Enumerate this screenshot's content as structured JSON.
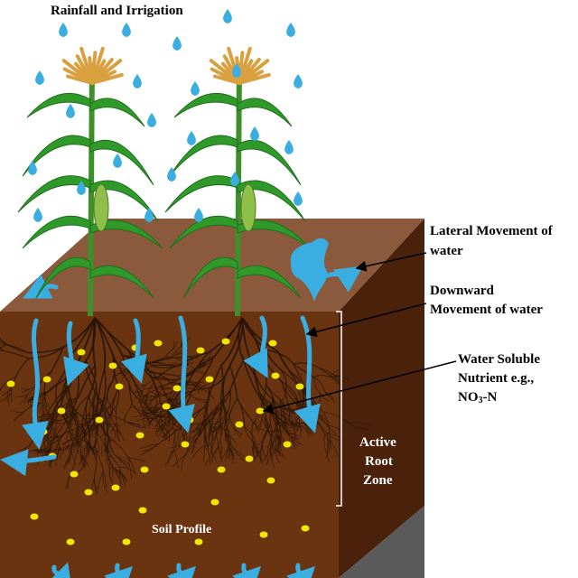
{
  "labels": {
    "title": "Rainfall and Irrigation",
    "lateral_line1": "Lateral Movement of",
    "lateral_line2": "water",
    "downward_line1": "Downward",
    "downward_line2": "Movement of water",
    "nutrient_line1": "Water Soluble",
    "nutrient_line2": "Nutrient e.g.,",
    "nutrient_line3_pre": "NO",
    "nutrient_line3_sub": "3",
    "nutrient_line3_post": "-N",
    "root_zone_line1": "Active",
    "root_zone_line2": "Root",
    "root_zone_line3": "Zone",
    "soil_profile": "Soil Profile"
  },
  "colors": {
    "soil_top": "#8b5a3c",
    "soil_front": "#6b3410",
    "soil_side": "#4a220c",
    "bedrock": "#5a5a5a",
    "water": "#3aaee0",
    "nutrient": "#f2e600",
    "leaf": "#2f9a2a",
    "tassel": "#d9a040",
    "root": "#2a1608"
  }
}
